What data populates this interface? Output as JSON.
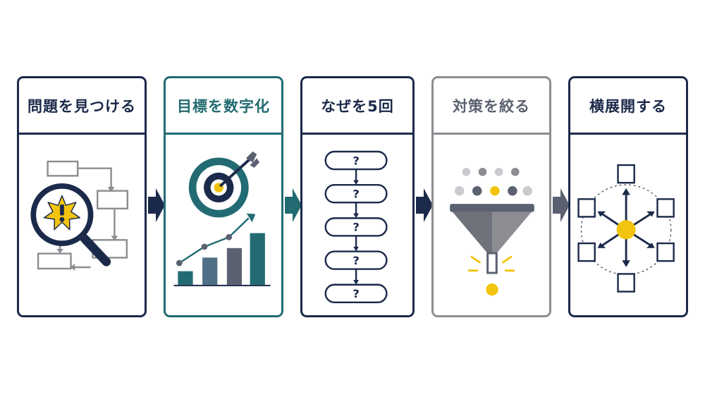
{
  "colors": {
    "navy": "#1b2a4a",
    "teal": "#236b72",
    "slate": "#5b6170",
    "gray": "#8b8d91",
    "yellow": "#f2c40f"
  },
  "steps": [
    {
      "title": "問題を見つける",
      "icon": "magnifier-problem-icon"
    },
    {
      "title": "目標を数字化",
      "icon": "target-growth-chart-icon"
    },
    {
      "title": "なぜを5回",
      "icon": "why-five-times-flow-icon",
      "marks": [
        "?",
        "?",
        "?",
        "?",
        "?"
      ]
    },
    {
      "title": "対策を絞る",
      "icon": "funnel-icon"
    },
    {
      "title": "横展開する",
      "icon": "expand-network-icon"
    }
  ],
  "flow_arrows": [
    "chevron-right-icon",
    "chevron-right-icon",
    "chevron-right-icon",
    "chevron-right-icon"
  ]
}
